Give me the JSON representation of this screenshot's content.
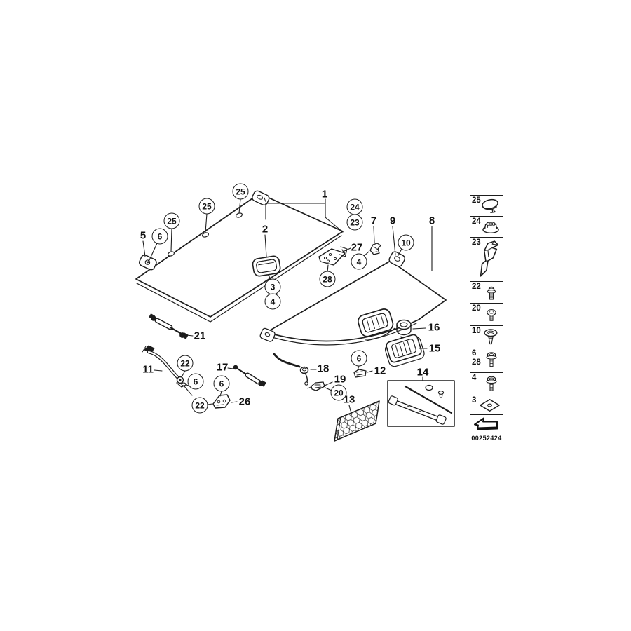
{
  "diagram": {
    "description": "Trunk floor / luggage compartment covering exploded parts diagram",
    "code": "00252424"
  },
  "callouts": {
    "plain": {
      "p1": "1",
      "p2": "2",
      "p5": "5",
      "p7": "7",
      "p8": "8",
      "p9": "9",
      "p11": "11",
      "p12": "12",
      "p13": "13",
      "p14": "14",
      "p15": "15",
      "p16": "16",
      "p17": "17",
      "p18": "18",
      "p19": "19",
      "p21": "21",
      "p26": "26",
      "p27": "27"
    },
    "circled": {
      "c25a": "25",
      "c25b": "25",
      "c25c": "25",
      "c6a": "6",
      "c24": "24",
      "c23": "23",
      "c10": "10",
      "c4a": "4",
      "c28": "28",
      "c3": "3",
      "c4b": "4",
      "c22a": "22",
      "c6b": "6",
      "c6c": "6",
      "c22b": "22",
      "c6d": "6",
      "c20": "20"
    }
  },
  "legend": {
    "items": [
      {
        "num": "25",
        "num2": "",
        "icon": "cap-icon"
      },
      {
        "num": "24",
        "num2": "",
        "icon": "flange-nut-icon"
      },
      {
        "num": "23",
        "num2": "",
        "icon": "trim-bracket-icon"
      },
      {
        "num": "22",
        "num2": "",
        "icon": "bolt-icon"
      },
      {
        "num": "20",
        "num2": "",
        "icon": "round-screw-icon"
      },
      {
        "num": "10",
        "num2": "",
        "icon": "expanding-rivet-icon"
      },
      {
        "num": "6",
        "num2": "28",
        "icon": "screw-washer-icon"
      },
      {
        "num": "4",
        "num2": "",
        "icon": "screw-washer-icon"
      },
      {
        "num": "3",
        "num2": "",
        "icon": "square-pad-icon"
      },
      {
        "num": "",
        "num2": "",
        "icon": "continuation-arrow-icon"
      }
    ],
    "code": "00252424"
  },
  "colors": {
    "line": "#1d1d1d",
    "background": "#ffffff"
  }
}
